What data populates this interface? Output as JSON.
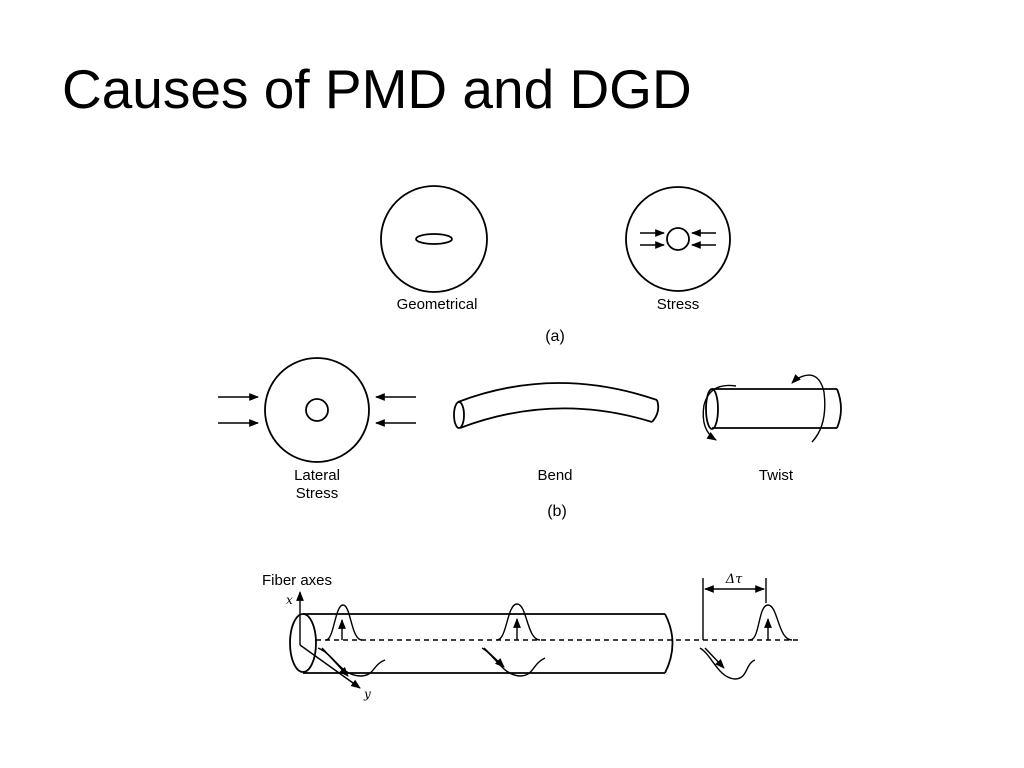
{
  "slide": {
    "title": "Causes of PMD and DGD"
  },
  "panel_a": {
    "geometrical_label": "Geometrical",
    "stress_label": "Stress",
    "caption": "(a)"
  },
  "panel_b": {
    "lateral_label_line1": "Lateral",
    "lateral_label_line2": "Stress",
    "bend_label": "Bend",
    "twist_label": "Twist",
    "caption": "(b)"
  },
  "panel_c": {
    "axes_label": "Fiber axes",
    "x_label": "x",
    "y_label": "y",
    "delay_label": "Δτ"
  }
}
